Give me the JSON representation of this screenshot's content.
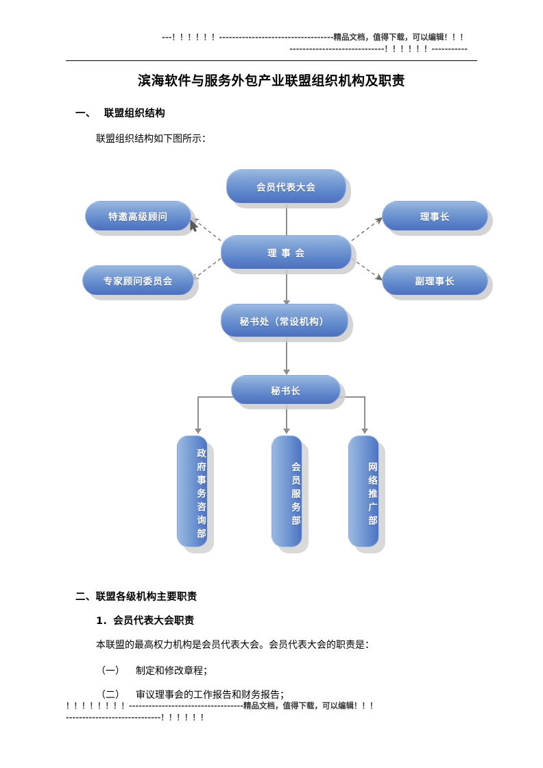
{
  "header": {
    "line1": "---！！！！！！-----------------------------------精品文档，值得下载，可以编辑！！！",
    "line2": "-----------------------------！！！！！！-----------"
  },
  "title": "滨海软件与服务外包产业联盟组织机构及职责",
  "section1": {
    "number": "一、",
    "heading": "联盟组织结构",
    "intro": "联盟组织结构如下图所示："
  },
  "chart_data": {
    "type": "diagram",
    "title": "联盟组织结构",
    "nodes": [
      {
        "id": "assembly",
        "label": "会员代表大会",
        "shape": "rounded-pill",
        "orientation": "horizontal"
      },
      {
        "id": "advisor",
        "label": "特邀高级顾问",
        "shape": "rounded-pill",
        "orientation": "horizontal"
      },
      {
        "id": "council",
        "label": "理 事 会",
        "shape": "rounded-pill",
        "orientation": "horizontal"
      },
      {
        "id": "chairman",
        "label": "理事长",
        "shape": "rounded-pill",
        "orientation": "horizontal"
      },
      {
        "id": "expertcom",
        "label": "专家顾问委员会",
        "shape": "rounded-pill",
        "orientation": "horizontal"
      },
      {
        "id": "vicechair",
        "label": "副理事长",
        "shape": "rounded-pill",
        "orientation": "horizontal"
      },
      {
        "id": "secretariat",
        "label": "秘书处（常设机构）",
        "shape": "rounded-pill",
        "orientation": "horizontal"
      },
      {
        "id": "secgeneral",
        "label": "秘书长",
        "shape": "rounded-pill",
        "orientation": "horizontal"
      },
      {
        "id": "dept-gov",
        "label": "政府事务咨询部",
        "shape": "rounded-bar",
        "orientation": "vertical"
      },
      {
        "id": "dept-member",
        "label": "会员服务部",
        "shape": "rounded-bar",
        "orientation": "vertical"
      },
      {
        "id": "dept-net",
        "label": "网络推广部",
        "shape": "rounded-bar",
        "orientation": "vertical"
      }
    ],
    "edges": [
      {
        "from": "assembly",
        "to": "council",
        "style": "solid",
        "arrow": true
      },
      {
        "from": "council",
        "to": "advisor",
        "style": "dashed",
        "arrow": true
      },
      {
        "from": "council",
        "to": "expertcom",
        "style": "dashed",
        "arrow": true
      },
      {
        "from": "council",
        "to": "chairman",
        "style": "dashed",
        "arrow": true
      },
      {
        "from": "council",
        "to": "vicechair",
        "style": "dashed",
        "arrow": true
      },
      {
        "from": "council",
        "to": "secretariat",
        "style": "solid",
        "arrow": true
      },
      {
        "from": "secretariat",
        "to": "secgeneral",
        "style": "solid",
        "arrow": true
      },
      {
        "from": "secgeneral",
        "to": "dept-gov",
        "style": "solid",
        "arrow": true
      },
      {
        "from": "secgeneral",
        "to": "dept-member",
        "style": "solid",
        "arrow": true
      },
      {
        "from": "secgeneral",
        "to": "dept-net",
        "style": "solid",
        "arrow": true
      }
    ],
    "colors": {
      "node_gradient_top": "#9ab9e0",
      "node_gradient_bottom": "#4d6fbe",
      "node_text": "#ffffff",
      "node_shadow": "#cdcdcd",
      "connector": "#8d8d8d"
    }
  },
  "section2": {
    "heading": "二、联盟各级机构主要职责",
    "sub1": {
      "number": "1.",
      "heading": "会员代表大会职责"
    },
    "body1": "本联盟的最高权力机构是会员代表大会。会员代表大会的职责是：",
    "items": [
      {
        "label": "（一）",
        "text": "制定和修改章程；"
      },
      {
        "label": "（二）",
        "text": "审议理事会的工作报告和财务报告；"
      }
    ]
  },
  "footer": {
    "line1": "！！！！！！！！-----------------------------------精品文档，值得下载，可以编辑！！！",
    "line2": "-----------------------------！！！！！！"
  }
}
